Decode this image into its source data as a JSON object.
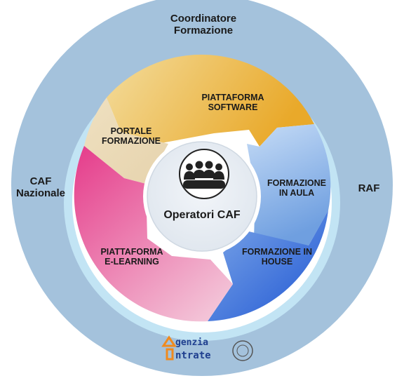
{
  "outer_ring": {
    "top_label": "Coordinatore\nFormazione",
    "left_label": "CAF\nNazionale",
    "right_label": "RAF"
  },
  "segments": {
    "software": "PIATTAFORMA\nSOFTWARE",
    "portale": "PORTALE\nFORMAZIONE",
    "aula": "FORMAZIONE\nIN AULA",
    "house": "FORMAZIONE IN\nHOUSE",
    "elearning": "PIATTAFORMA\nE-LEARNING"
  },
  "center": {
    "label": "Operatori CAF",
    "icon": "group-meeting-icon"
  },
  "logo": {
    "line1": "genzia",
    "line2": "ntrate",
    "text": "Agenzia Entrate"
  },
  "colors": {
    "outer_ring": "#a4c2dc",
    "inner_ring": "#c2e4f4",
    "center_fill": "#e9eef4",
    "icon_dark": "#222222",
    "logo_blue": "#1f3f8f",
    "logo_orange": "#f08a1e"
  }
}
